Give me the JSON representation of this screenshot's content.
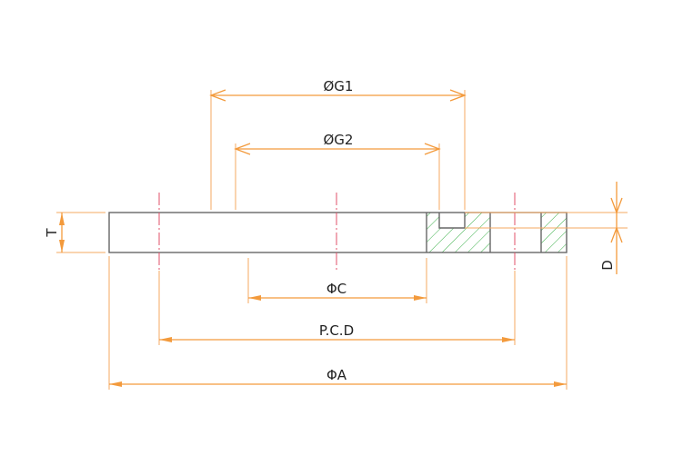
{
  "drawing": {
    "dimensions": {
      "g1": "ØG1",
      "g2": "ØG2",
      "c": "ΦC",
      "pcd": "P.C.D",
      "a": "ΦA",
      "t": "T",
      "d": "D"
    },
    "colors": {
      "dimension": "#f39a3c",
      "centerline": "#e0506a",
      "hatch": "#3cb04a",
      "outline": "#666666"
    }
  }
}
